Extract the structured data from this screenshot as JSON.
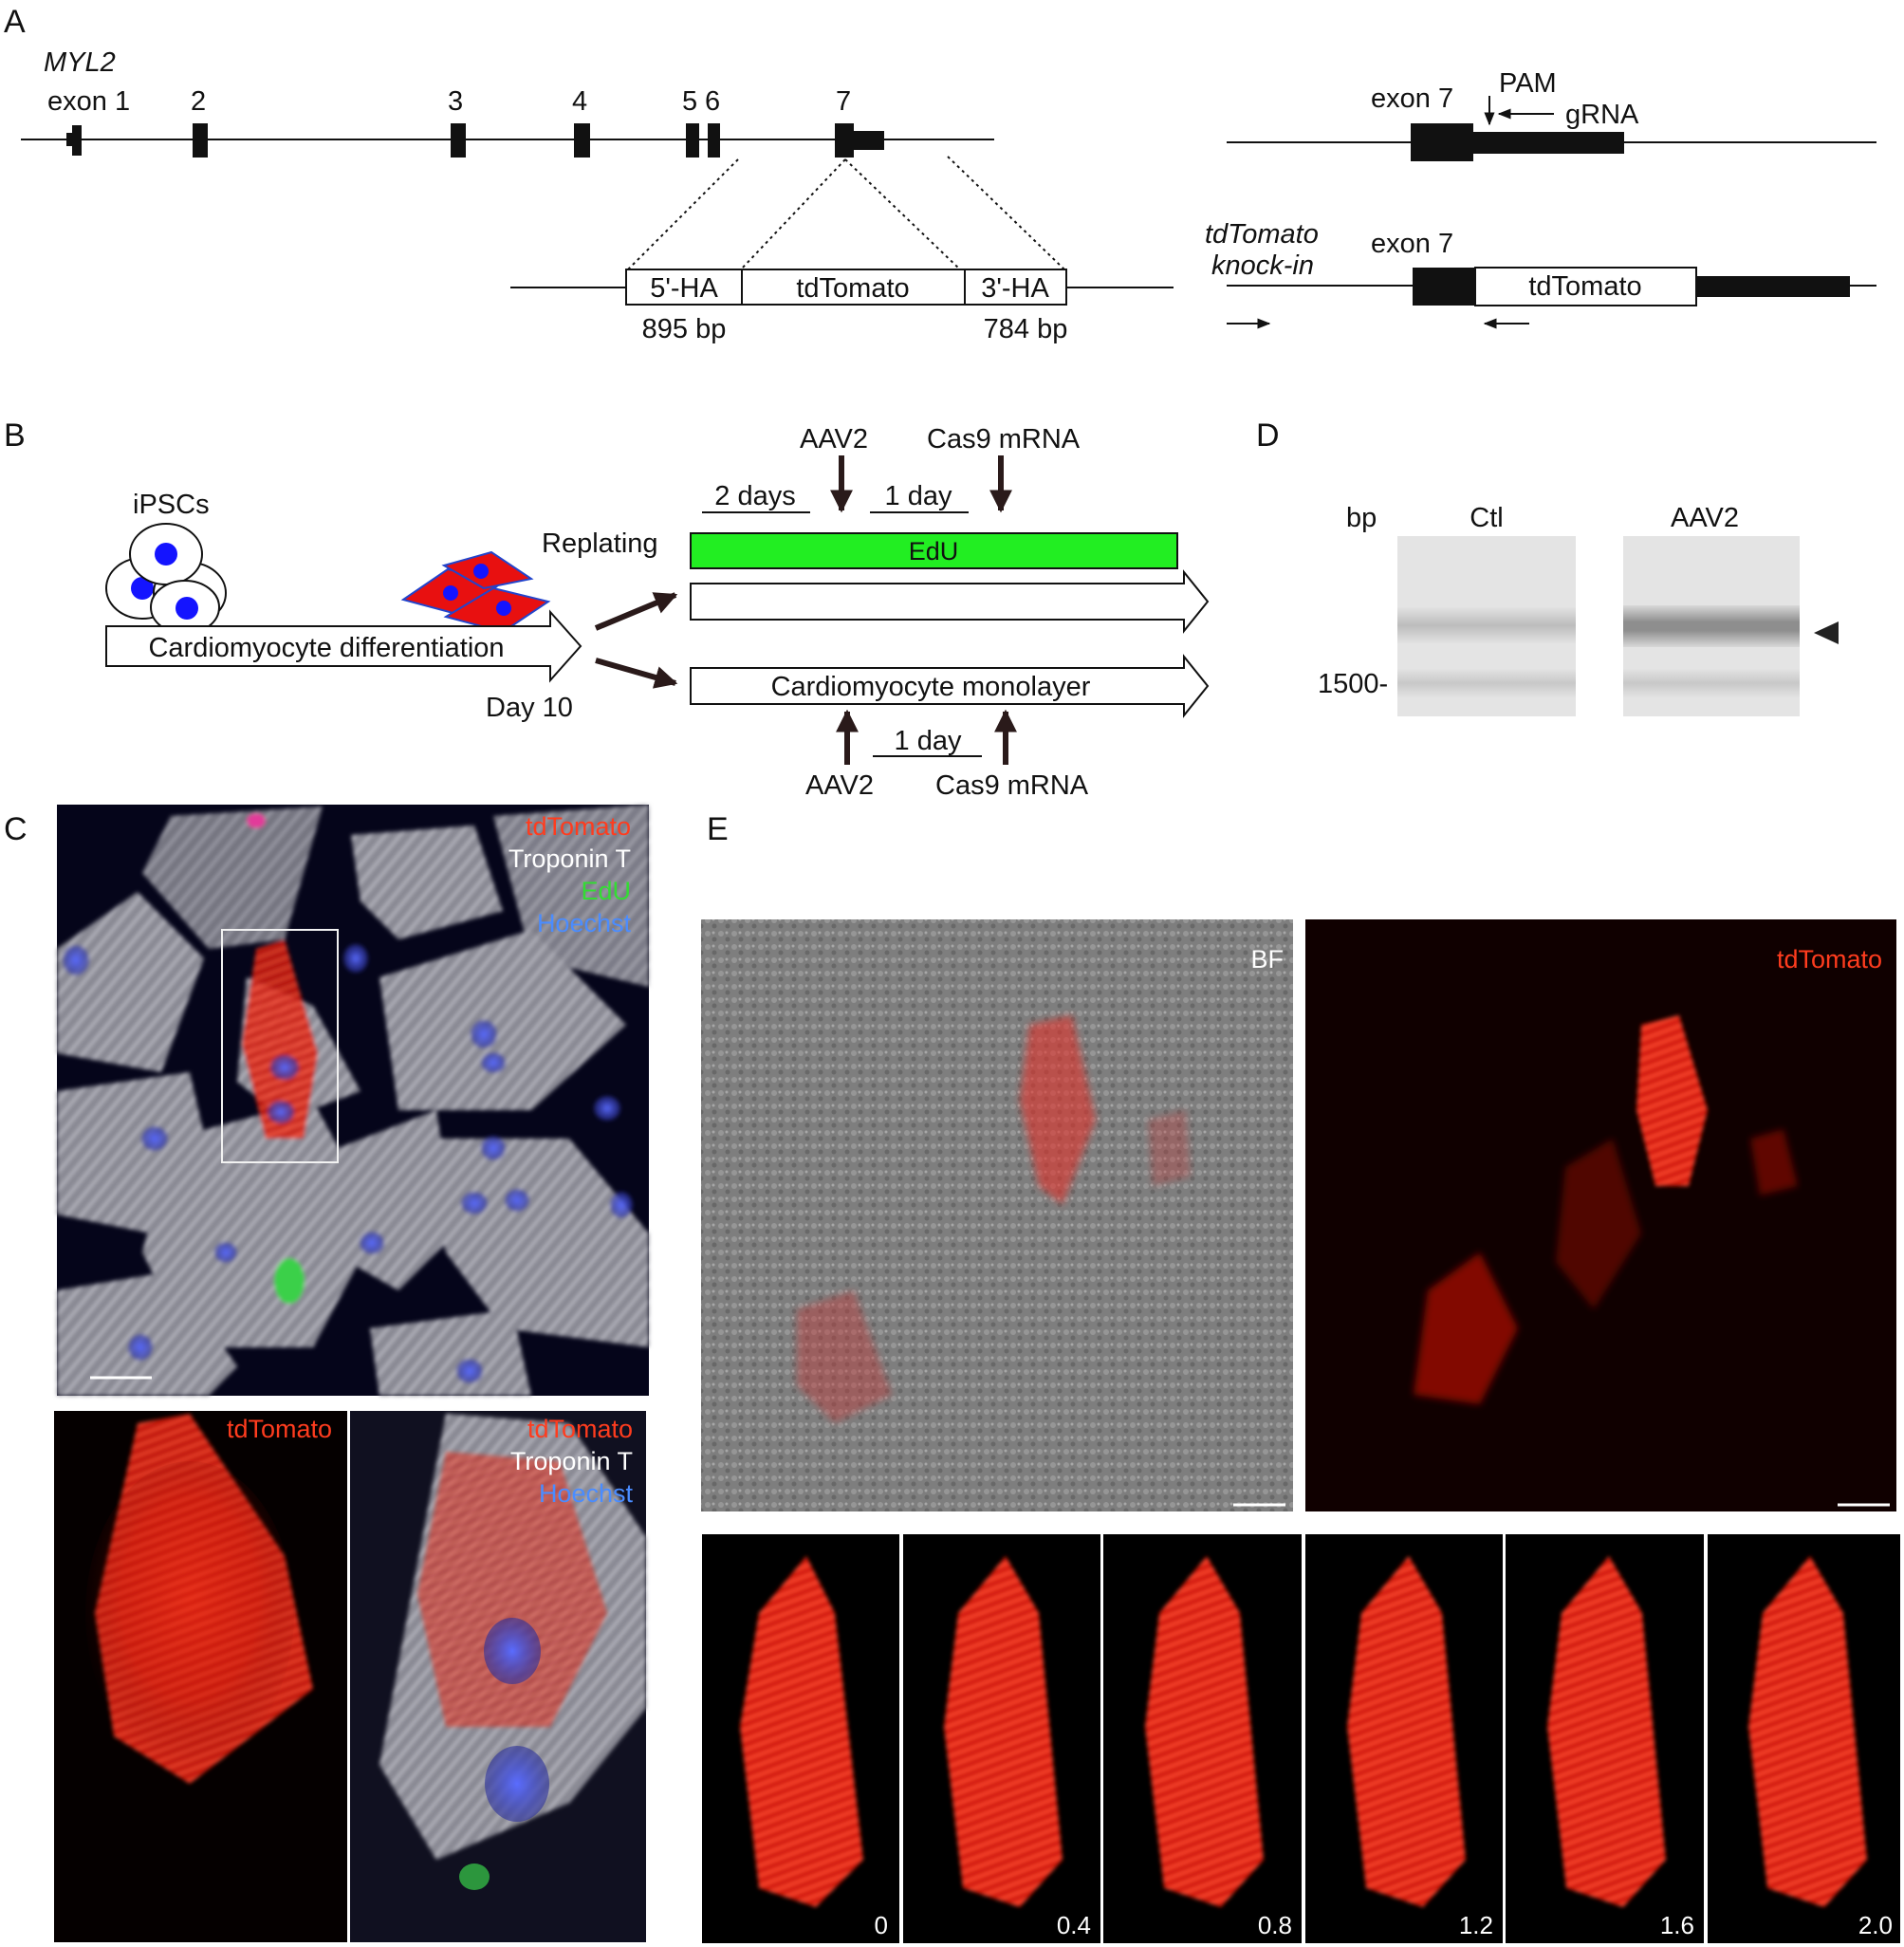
{
  "panel_a": {
    "letter": "A",
    "gene": "MYL2",
    "exon_labels": [
      "exon 1",
      "2",
      "3",
      "4",
      "5",
      "6",
      "7"
    ],
    "donor": {
      "ha5": "5'-HA",
      "insert": "tdTomato",
      "ha3": "3'-HA",
      "len5": "895 bp",
      "len3": "784 bp"
    },
    "right_top": {
      "exon": "exon 7",
      "pam": "PAM",
      "grna": "gRNA"
    },
    "right_bottom": {
      "title_line1": "tdTomato",
      "title_line2": "knock-in",
      "exon": "exon 7",
      "insert": "tdTomato"
    }
  },
  "panel_b": {
    "letter": "B",
    "ipscs": "iPSCs",
    "differentiation": "Cardiomyocyte differentiation",
    "day": "Day 10",
    "replating": "Replating",
    "edu": "EdU",
    "top_aav": "AAV2",
    "top_cas9": "Cas9 mRNA",
    "two_days": "2 days",
    "one_day_top": "1 day",
    "monolayer": "Cardiomyocyte monolayer",
    "bottom_aav": "AAV2",
    "bottom_cas9": "Cas9 mRNA",
    "one_day_bottom": "1 day"
  },
  "panel_c": {
    "letter": "C",
    "legend": [
      "tdTomato",
      "Troponin T",
      "EdU",
      "Hoechst"
    ],
    "legend_colors": [
      "#ff3c1e",
      "#ffffff",
      "#33dd33",
      "#4a8cff"
    ],
    "crop_left_label": "tdTomato",
    "crop_right_legend": [
      "tdTomato",
      "Troponin T",
      "Hoechst"
    ]
  },
  "panel_d": {
    "letter": "D",
    "unit": "bp",
    "lanes": [
      "Ctl",
      "AAV2"
    ],
    "marker": "1500-"
  },
  "panel_e": {
    "letter": "E",
    "bf_label": "BF",
    "red_label": "tdTomato",
    "time_labels": [
      "0",
      "0.4",
      "0.8",
      "1.2",
      "1.6",
      "2.0"
    ]
  }
}
